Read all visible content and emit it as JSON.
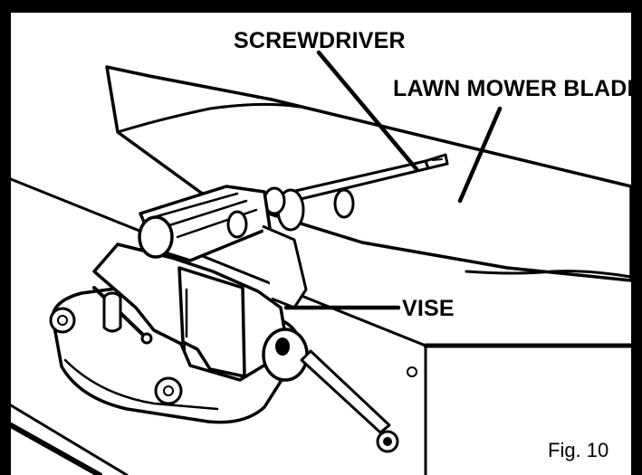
{
  "figure": {
    "labels": {
      "screwdriver": "SCREWDRIVER",
      "blade": "LAWN MOWER BLADE",
      "vise": "VISE"
    },
    "caption": "Fig. 10"
  },
  "colors": {
    "ink": "#000000",
    "paper": "#ffffff"
  }
}
